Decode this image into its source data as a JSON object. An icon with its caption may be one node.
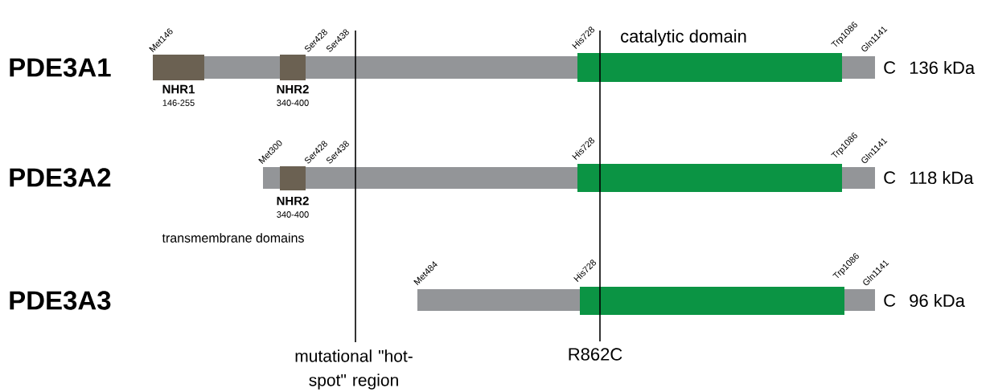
{
  "diagram": {
    "nodes": [
      {
        "text": [],
        "shape": "bar",
        "beside": [
          "Met146",
          "Ser428",
          "Ser438",
          "His728",
          "Trp1086",
          "Gln1141",
          "C",
          "136 kDa"
        ]
      },
      {
        "text": [
          "NHR1",
          "146-255"
        ],
        "in": 0
      },
      {
        "text": [
          "NHR2",
          "340-400"
        ],
        "in": 0
      },
      {
        "text": [
          "catalytic domain"
        ],
        "in": 0
      },
      {
        "text": [],
        "shape": "bar",
        "beside": [
          "Met300",
          "Ser428",
          "Ser438",
          "His728",
          "Trp1086",
          "Gln1141",
          "C",
          "118 kDa"
        ]
      },
      {
        "text": [
          "NHR2",
          "340-400"
        ],
        "in": 4
      },
      {
        "text": [],
        "shape": "box",
        "in": 4
      },
      {
        "text": [],
        "shape": "bar",
        "beside": [
          "Met484",
          "His728",
          "Trp1086",
          "Gln1141",
          "C",
          "96 kDa"
        ]
      },
      {
        "text": [],
        "shape": "box",
        "in": 7
      }
    ],
    "labels": [
      "PDE3A1",
      "PDE3A2",
      "transmembrane domains",
      "PDE3A3",
      "mutational \"hot-spot\" region",
      "R862C"
    ]
  }
}
